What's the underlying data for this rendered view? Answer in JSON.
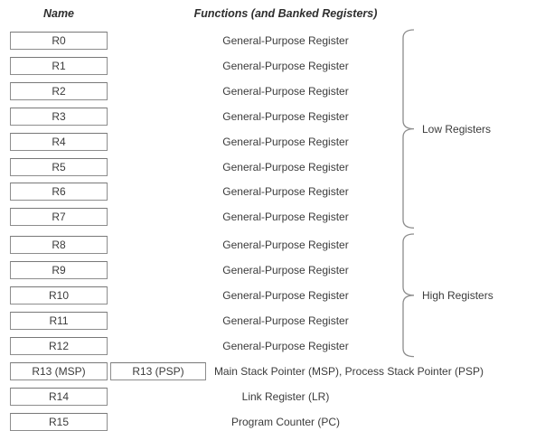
{
  "diagram": {
    "title_name_column": "Name",
    "title_functions_column": "Functions (and Banked Registers)",
    "rows": [
      {
        "name": "R0",
        "banked": null,
        "function": "General-Purpose Register"
      },
      {
        "name": "R1",
        "banked": null,
        "function": "General-Purpose Register"
      },
      {
        "name": "R2",
        "banked": null,
        "function": "General-Purpose Register"
      },
      {
        "name": "R3",
        "banked": null,
        "function": "General-Purpose Register"
      },
      {
        "name": "R4",
        "banked": null,
        "function": "General-Purpose Register"
      },
      {
        "name": "R5",
        "banked": null,
        "function": "General-Purpose Register"
      },
      {
        "name": "R6",
        "banked": null,
        "function": "General-Purpose Register"
      },
      {
        "name": "R7",
        "banked": null,
        "function": "General-Purpose Register"
      },
      {
        "name": "R8",
        "banked": null,
        "function": "General-Purpose Register"
      },
      {
        "name": "R9",
        "banked": null,
        "function": "General-Purpose Register"
      },
      {
        "name": "R10",
        "banked": null,
        "function": "General-Purpose Register"
      },
      {
        "name": "R11",
        "banked": null,
        "function": "General-Purpose Register"
      },
      {
        "name": "R12",
        "banked": null,
        "function": "General-Purpose Register"
      },
      {
        "name": "R13 (MSP)",
        "banked": "R13 (PSP)",
        "function": "Main Stack Pointer (MSP), Process Stack Pointer (PSP)"
      },
      {
        "name": "R14",
        "banked": null,
        "function": "Link Register (LR)"
      },
      {
        "name": "R15",
        "banked": null,
        "function": "Program Counter (PC)"
      }
    ],
    "groups": [
      {
        "label": "Low Registers",
        "first_row": 0,
        "last_row": 7
      },
      {
        "label": "High Registers",
        "first_row": 8,
        "last_row": 12
      }
    ],
    "colors": {
      "background": "#ffffff",
      "box_border": "#8d8d8d",
      "text": "#3b3b3b",
      "brace": "#8d8d8d"
    }
  }
}
